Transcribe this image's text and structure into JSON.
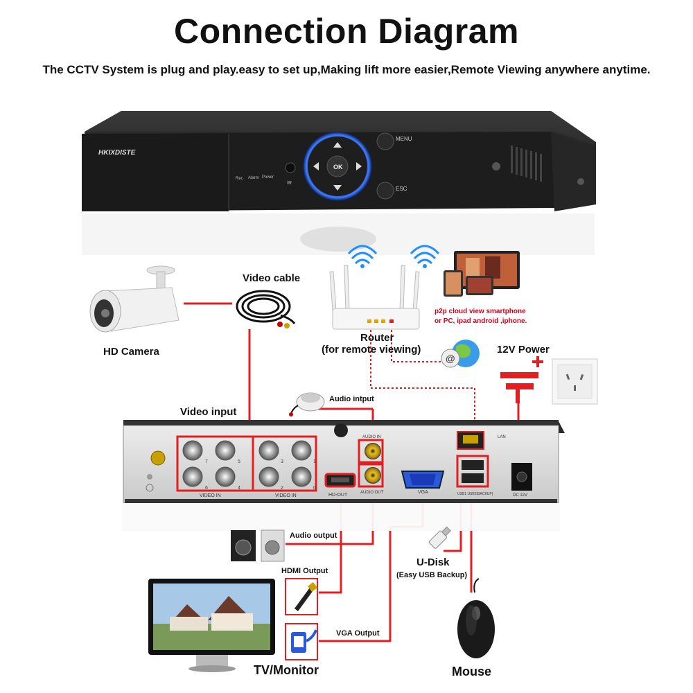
{
  "title": "Connection Diagram",
  "subtitle": "The CCTV System is plug and play.easy to set up,Making lift more easier,Remote Viewing anywhere anytime.",
  "dvr_front": {
    "brand": "HKIXDISTE",
    "led_rec": "Rec",
    "led_alarm": "Alarm",
    "led_power": "Power",
    "ir": "IR",
    "ok": "OK",
    "menu": "MENU",
    "esc": "ESC"
  },
  "labels": {
    "hd_camera": "HD Camera",
    "video_cable": "Video cable",
    "router": "Router",
    "router_sub": "(for remote viewing)",
    "p2p_line1": "p2p cloud  view smartphone",
    "p2p_line2": "or PC, ipad android ,iphone.",
    "power": "12V Power",
    "video_input": "Video input",
    "audio_input": "Audio intput",
    "audio_output": "Audio output",
    "hdmi_output": "HDMI Output",
    "vga_output": "VGA Output",
    "udisk": "U-Disk",
    "udisk_sub": "(Easy USB Backup)",
    "tv_monitor": "TV/Monitor",
    "mouse": "Mouse"
  },
  "dvr_back": {
    "video_in_1": "VIDEO IN",
    "video_in_2": "VIDEO IN",
    "hd_out": "HD-OUT",
    "audio_in": "AUDIO IN",
    "audio_out": "AUDIO OUT",
    "vga": "VGA",
    "lan": "LAN",
    "usb": "USB1 USB2(BACKUP)",
    "dc": "DC 12V",
    "port_7": "7",
    "port_5": "5",
    "port_3": "3",
    "port_1": "1",
    "port_6": "6",
    "port_4": "4",
    "port_2": "2",
    "port_0": "0"
  },
  "colors": {
    "wire_red": "#e02020",
    "wifi_blue": "#1e90ff",
    "dvr_dark": "#1c1c1c",
    "panel_gray": "#d9d9d9"
  },
  "icons": [
    "camera-icon",
    "cable-icon",
    "router-icon",
    "wifi-icon",
    "devices-icon",
    "globe-icon",
    "power-symbol-icon",
    "power-socket-icon",
    "microphone-icon",
    "speaker-icon",
    "hdmi-plug-icon",
    "vga-plug-icon",
    "usb-disk-icon",
    "mouse-icon",
    "monitor-icon"
  ]
}
